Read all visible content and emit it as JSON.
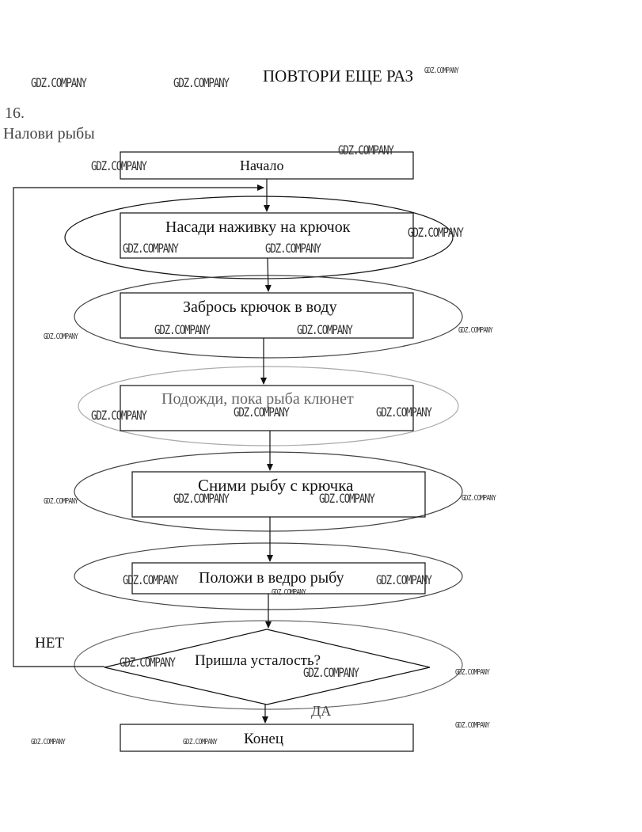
{
  "header": {
    "title": "ПОВТОРИ ЕЩЕ РАЗ",
    "task_number": "16.",
    "task_title": "Налови рыбы"
  },
  "flowchart": {
    "start": "Начало",
    "steps": [
      "Насади наживку на крючок",
      "Забрось крючок в воду",
      "Подожди, пока рыба клюнет",
      "Сними рыбу с крючка",
      "Положи в ведро рыбу"
    ],
    "decision": "Пришла усталость?",
    "no_label": "НЕТ",
    "yes_label": "ДА",
    "end": "Конец"
  },
  "watermark": "GDZ.COMPANY"
}
